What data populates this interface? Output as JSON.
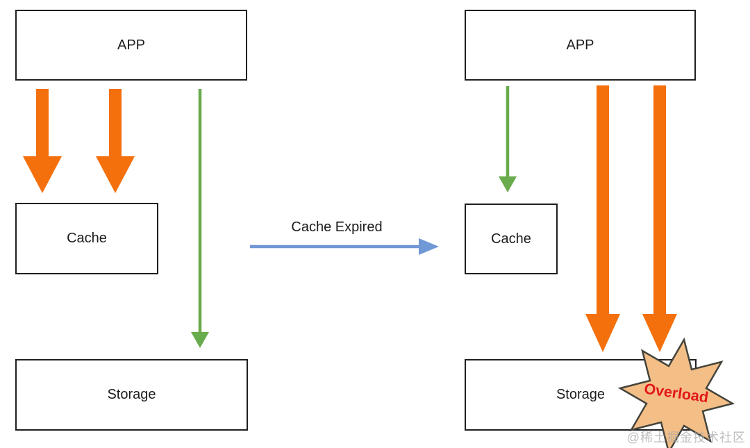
{
  "colors": {
    "orange": "#F4700D",
    "green": "#6AAB4D",
    "blue": "#7097D6",
    "box_border": "#1F1F1F",
    "text": "#1C1C1C",
    "star_fill": "#F4BF87",
    "star_stroke": "#44443C",
    "overload_red": "#E2181B",
    "watermark_gray": "#A9A9A9",
    "background": "#FFFFFF"
  },
  "left_panel": {
    "app_label": "APP",
    "cache_label": "Cache",
    "storage_label": "Storage"
  },
  "transition": {
    "label": "Cache Expired"
  },
  "right_panel": {
    "app_label": "APP",
    "cache_label": "Cache",
    "storage_label": "Storage",
    "overload_label": "Overload"
  },
  "watermark": "@稀土掘金技术社区"
}
